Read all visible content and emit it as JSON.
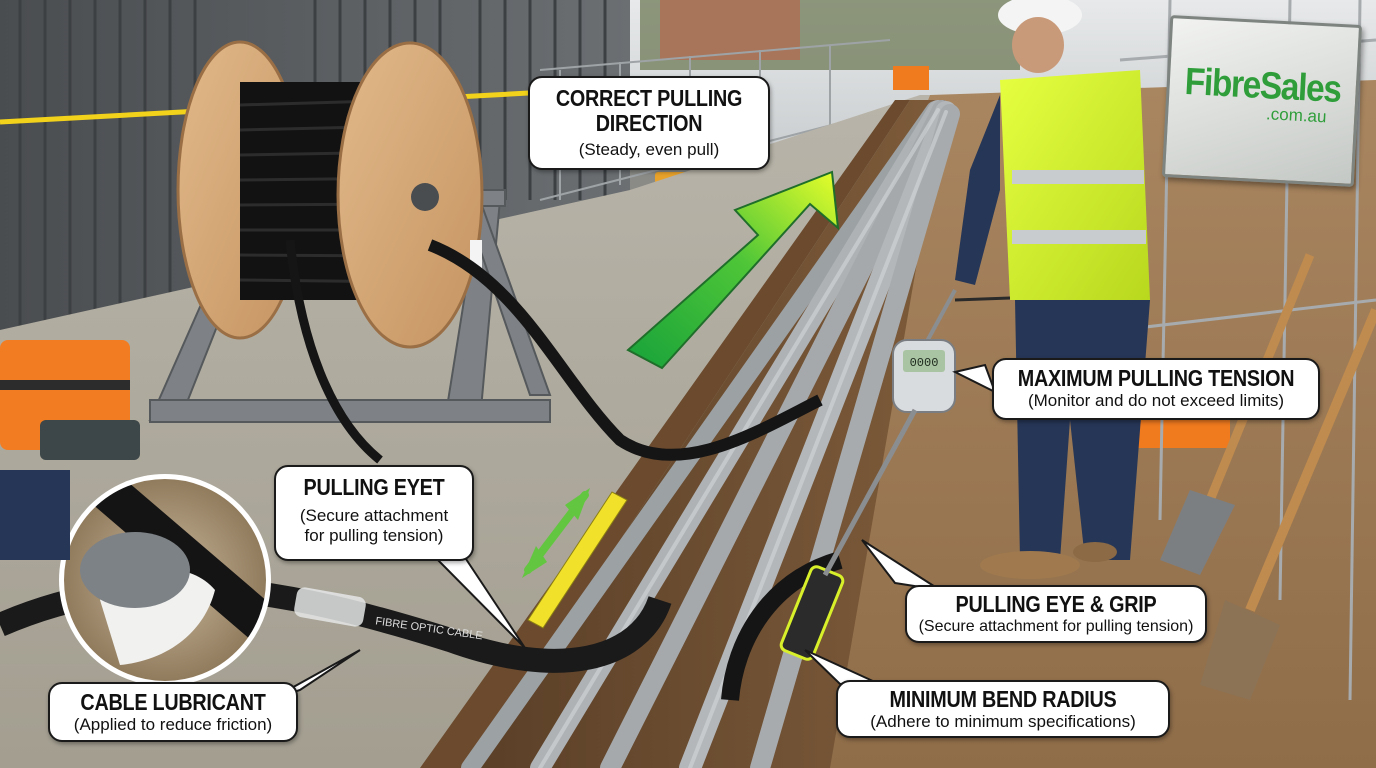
{
  "callouts": {
    "direction": {
      "title_line1": "CORRECT PULLING",
      "title_line2": "DIRECTION",
      "subtitle": "(Steady, even pull)"
    },
    "tension": {
      "title": "MAXIMUM PULLING TENSION",
      "subtitle": "(Monitor and do not exceed limits)"
    },
    "eyet": {
      "title": "PULLING EYET",
      "subtitle_line1": "(Secure attachment",
      "subtitle_line2": "for pulling tension)"
    },
    "eye_grip": {
      "title": "PULLING EYE & GRIP",
      "subtitle": "(Secure attachment for pulling tension)"
    },
    "bend": {
      "title": "MINIMUM BEND RADIUS",
      "subtitle": "(Adhere to minimum specifications)"
    },
    "lubricant": {
      "title": "CABLE LUBRICANT",
      "subtitle": "(Applied to reduce friction)"
    }
  },
  "sign": {
    "brand": "FibreSales",
    "domain": ".com.au"
  },
  "cable_print": "FIBRE OPTIC CABLE",
  "gauge_readout": "0000",
  "colors": {
    "arrow_start": "#1fae3a",
    "arrow_end": "#e8ff2a",
    "brand_green": "#2f9e3a",
    "hi_vis": "#d8f02a",
    "conduit_grey": "#a9adb0",
    "soil": "#8a6a45"
  }
}
